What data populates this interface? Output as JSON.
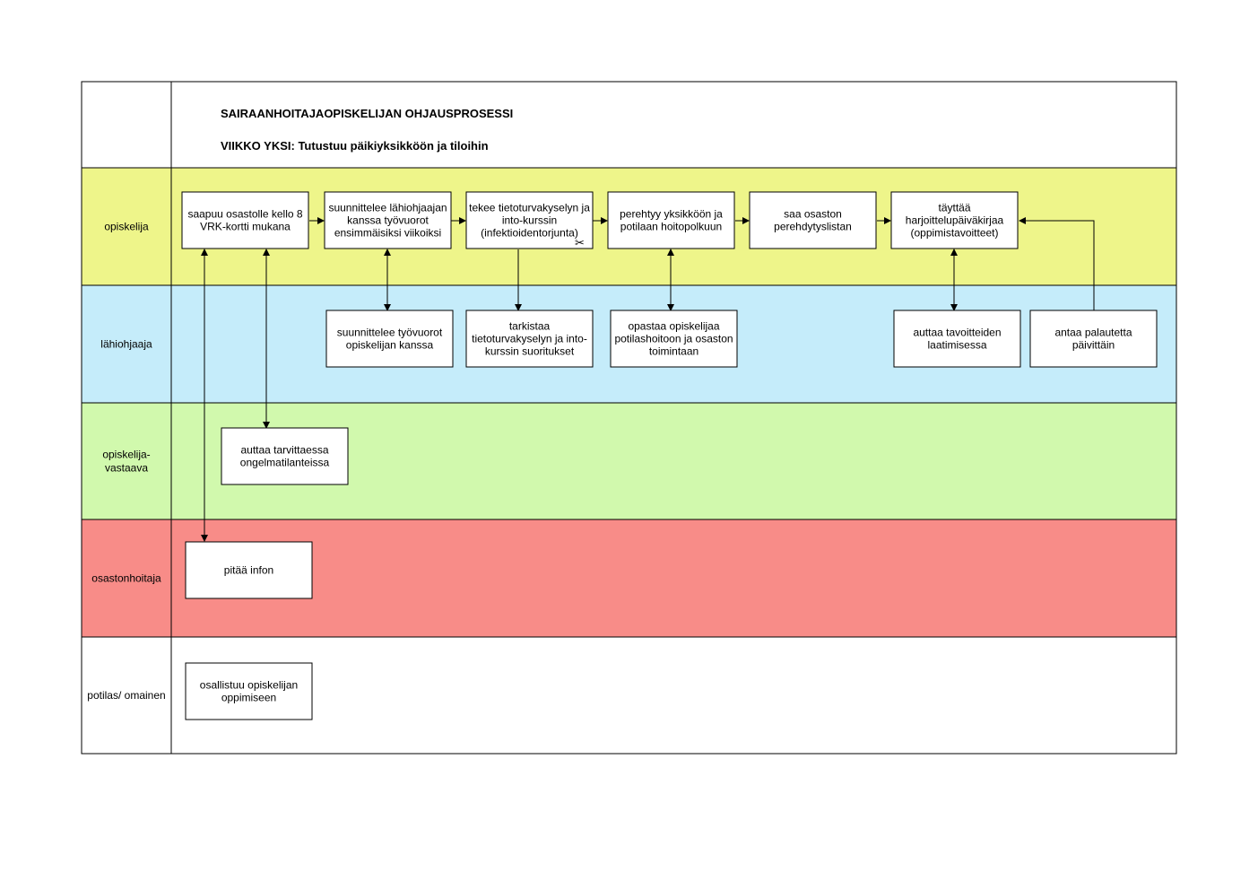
{
  "header": {
    "title": "SAIRAANHOITAJAOPISKELIJAN OHJAUSPROSESSI",
    "subtitle": "VIIKKO YKSI: Tutustuu päikiyksikköön ja tiloihin"
  },
  "lanes": [
    {
      "id": "opiskelija",
      "label": [
        "opiskelija"
      ],
      "color": "#eef58a"
    },
    {
      "id": "lahiohjaaja",
      "label": [
        "lähiohjaaja"
      ],
      "color": "#c5ecfa"
    },
    {
      "id": "vastaava",
      "label": [
        "opiskelija-",
        "vastaava"
      ],
      "color": "#d1f9ad"
    },
    {
      "id": "osastonhoitaja",
      "label": [
        "osastonhoitaja"
      ],
      "color": "#f88c88"
    },
    {
      "id": "potilas",
      "label": [
        "potilas/ omainen"
      ],
      "color": "#ffffff"
    }
  ],
  "boxes": [
    {
      "id": "b1",
      "lines": [
        "saapuu osastolle kello 8",
        "VRK-kortti mukana"
      ]
    },
    {
      "id": "b2",
      "lines": [
        "suunnittelee lähiohjaajan",
        "kanssa työvuorot",
        "ensimmäisiksi viikoiksi"
      ]
    },
    {
      "id": "b3",
      "lines": [
        "tekee tietoturvakyselyn ja",
        "into-kurssin",
        "(infektioidentorjunta)"
      ]
    },
    {
      "id": "b4",
      "lines": [
        "perehtyy yksikköön ja",
        "potilaan hoitopolkuun"
      ]
    },
    {
      "id": "b5",
      "lines": [
        "saa osaston",
        "perehdytyslistan"
      ]
    },
    {
      "id": "b6",
      "lines": [
        "täyttää",
        "harjoittelupäiväkirjaa",
        "(oppimistavoitteet)"
      ]
    },
    {
      "id": "b7",
      "lines": [
        "suunnittelee työvuorot",
        "opiskelijan kanssa"
      ]
    },
    {
      "id": "b8",
      "lines": [
        "tarkistaa",
        "tietoturvakyselyn ja into-",
        "kurssin suoritukset"
      ]
    },
    {
      "id": "b9",
      "lines": [
        "opastaa opiskelijaa",
        "potilashoitoon ja osaston",
        "toimintaan"
      ]
    },
    {
      "id": "b10",
      "lines": [
        "auttaa tavoitteiden",
        "laatimisessa"
      ]
    },
    {
      "id": "b11",
      "lines": [
        "antaa palautetta",
        "päivittäin"
      ]
    },
    {
      "id": "b12",
      "lines": [
        "auttaa tarvittaessa",
        "ongelmatilanteissa"
      ]
    },
    {
      "id": "b13",
      "lines": [
        "pitää infon"
      ]
    },
    {
      "id": "b14",
      "lines": [
        "osallistuu opiskelijan",
        "oppimiseen"
      ]
    }
  ],
  "icons": {
    "b3": "scissors-icon"
  }
}
